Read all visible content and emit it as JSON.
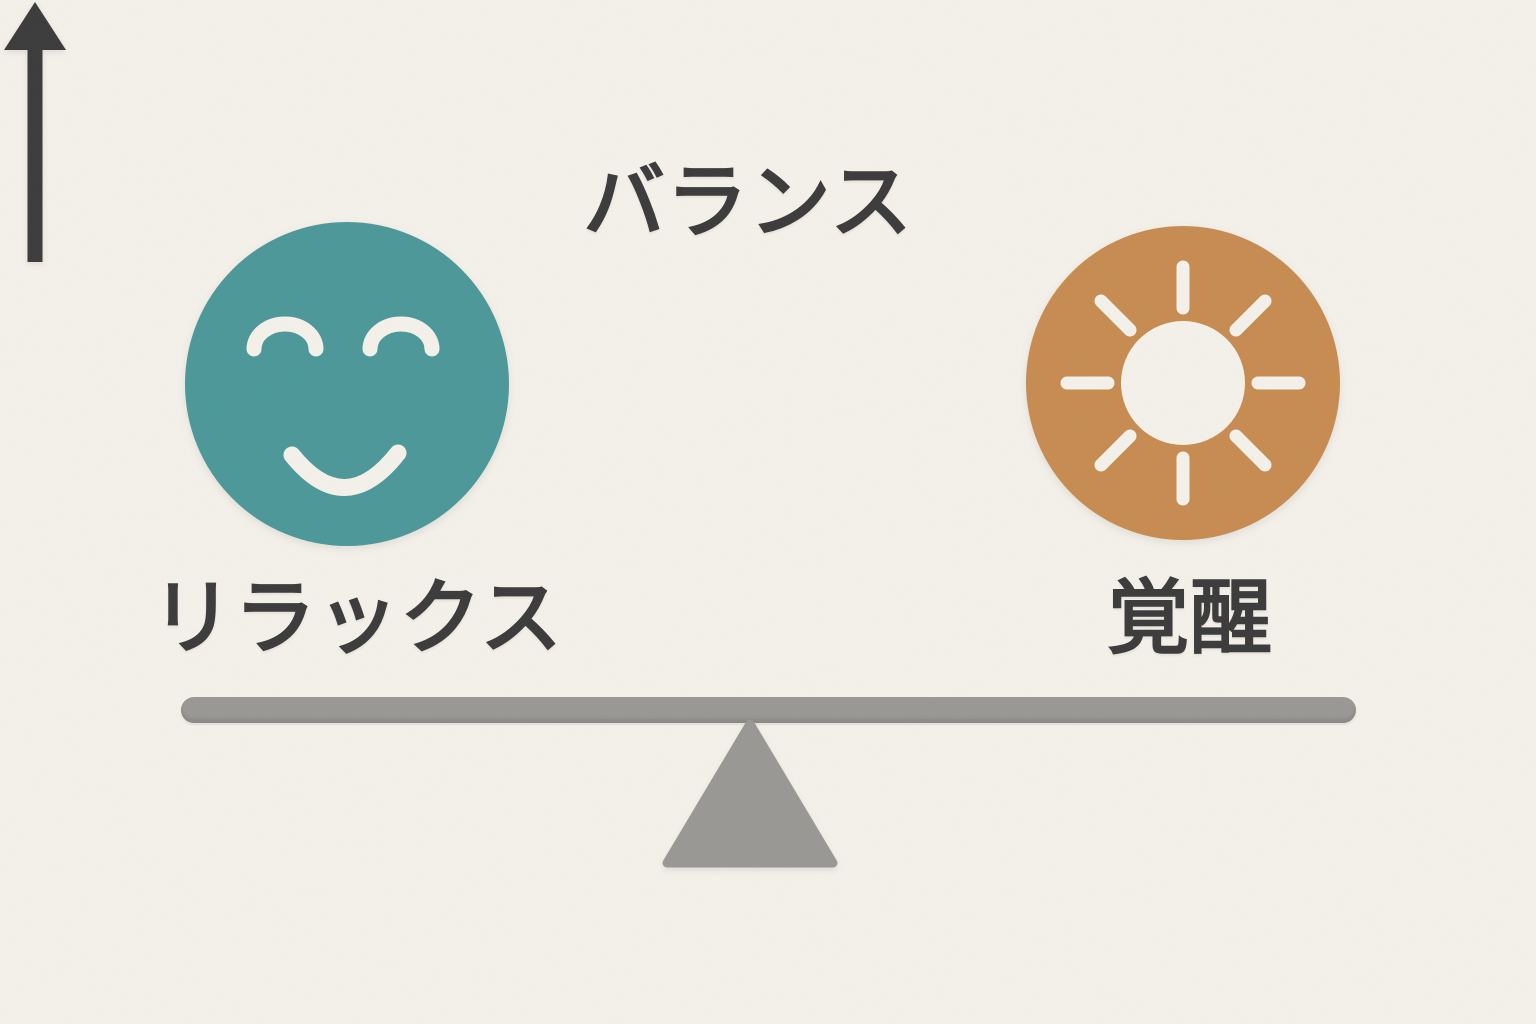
{
  "colors": {
    "background": "#f4f1ea",
    "text": "#3a3a3a",
    "teal": "#4b9799",
    "orange": "#c68b50",
    "beam_gray": "#999794"
  },
  "diagram": {
    "title": "バランス",
    "left_item": {
      "label": "リラックス",
      "icon": "relaxed-face-icon",
      "color": "#4b9799"
    },
    "right_item": {
      "label": "覚醒",
      "icon": "sun-icon",
      "color": "#c68b50"
    },
    "center": {
      "arrow_direction": "up"
    },
    "scale": {
      "state": "balanced"
    }
  }
}
